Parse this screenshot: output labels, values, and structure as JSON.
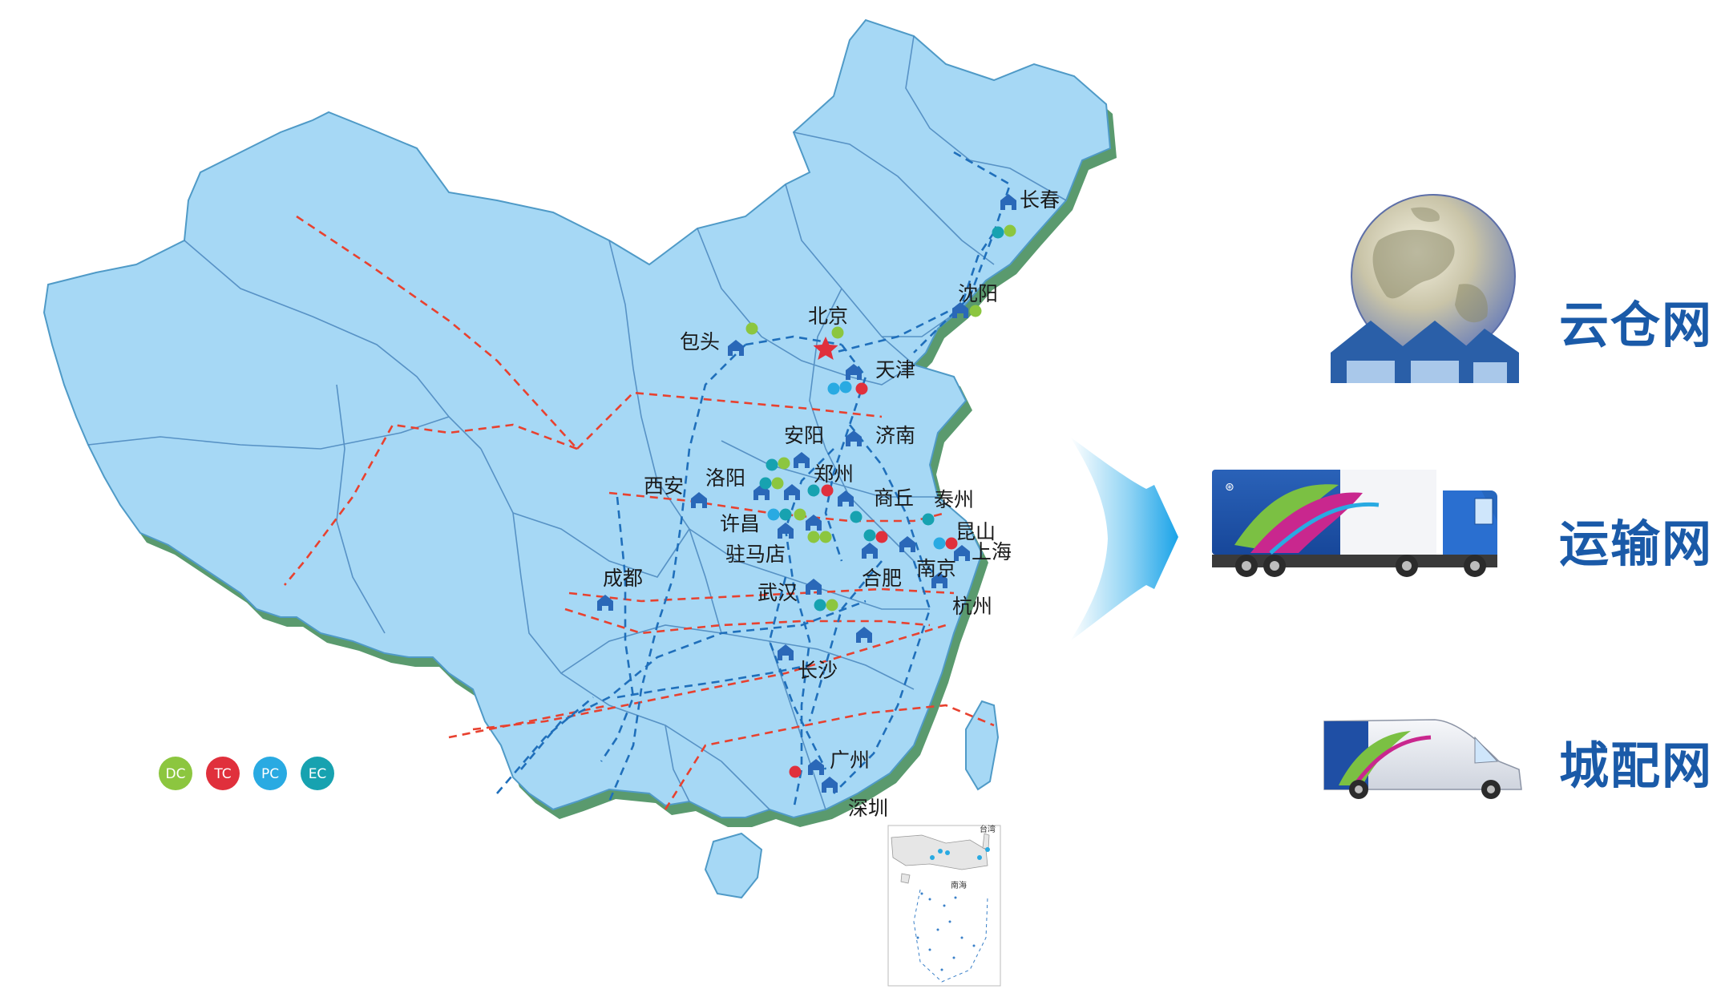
{
  "colors": {
    "land": "#a6d8f5",
    "land_edge": "#3b9a6c",
    "shadow": "#5a9a6e",
    "province_line": "#4a86bd",
    "route_red": "#e8412f",
    "route_blue": "#1f6fbb",
    "title": "#1a5aa8",
    "dc": "#8cc63f",
    "tc": "#e0303c",
    "pc": "#29aae2",
    "ec": "#17a2b0"
  },
  "legend": [
    {
      "label": "DC",
      "color": "#8cc63f"
    },
    {
      "label": "TC",
      "color": "#e0303c"
    },
    {
      "label": "PC",
      "color": "#29aae2"
    },
    {
      "label": "EC",
      "color": "#17a2b0"
    }
  ],
  "cities": [
    {
      "name": "长春"
    },
    {
      "name": "沈阳"
    },
    {
      "name": "北京"
    },
    {
      "name": "包头"
    },
    {
      "name": "天津"
    },
    {
      "name": "济南"
    },
    {
      "name": "安阳"
    },
    {
      "name": "洛阳"
    },
    {
      "name": "郑州"
    },
    {
      "name": "西安"
    },
    {
      "name": "商丘"
    },
    {
      "name": "泰州"
    },
    {
      "name": "许昌"
    },
    {
      "name": "昆山"
    },
    {
      "name": "驻马店"
    },
    {
      "name": "上海"
    },
    {
      "name": "成都"
    },
    {
      "name": "合肥"
    },
    {
      "name": "南京"
    },
    {
      "name": "武汉"
    },
    {
      "name": "杭州"
    },
    {
      "name": "长沙"
    },
    {
      "name": "广州"
    },
    {
      "name": "深圳"
    }
  ],
  "networks": [
    {
      "label": "云仓网",
      "icon": "globe-warehouse-icon"
    },
    {
      "label": "运输网",
      "icon": "truck-icon"
    },
    {
      "label": "城配网",
      "icon": "van-icon"
    }
  ],
  "inset": {
    "label_sea": "南海",
    "label_taiwan": "台湾"
  }
}
